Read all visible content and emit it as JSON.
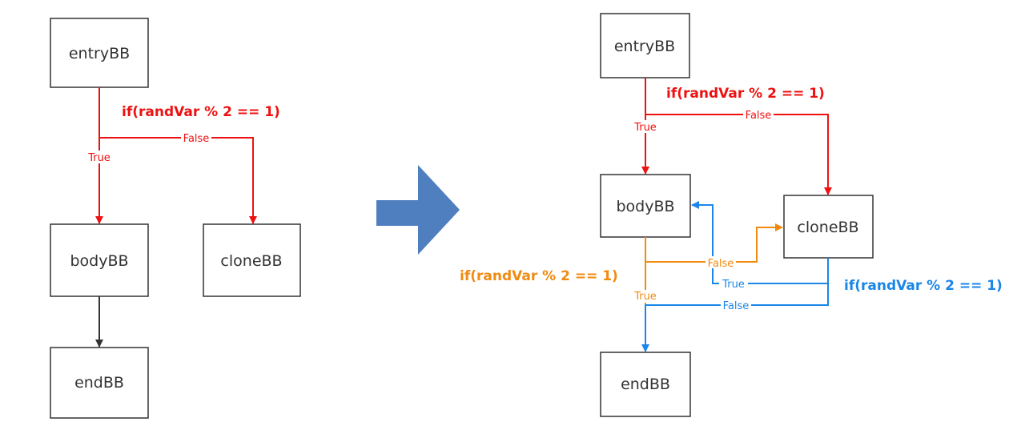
{
  "colors": {
    "red": "#ee1111",
    "orange": "#f08a10",
    "blue": "#1a86e8",
    "dark": "#333333",
    "big_arrow": "#4f7fbf"
  },
  "before": {
    "nodes": {
      "entry": "entryBB",
      "body": "bodyBB",
      "clone": "cloneBB",
      "end": "endBB"
    },
    "condition": "if(randVar % 2 == 1)",
    "true_label": "True",
    "false_label": "False"
  },
  "transform_arrow_icon": "right-arrow-icon",
  "after": {
    "nodes": {
      "entry": "entryBB",
      "body": "bodyBB",
      "clone": "cloneBB",
      "end": "endBB"
    },
    "entry_condition": "if(randVar % 2 == 1)",
    "entry_true_label": "True",
    "entry_false_label": "False",
    "body_condition": "if(randVar % 2 == 1)",
    "body_true_label": "True",
    "body_false_label": "False",
    "clone_condition": "if(randVar % 2 == 1)",
    "clone_true_label": "True",
    "clone_false_label": "False"
  }
}
